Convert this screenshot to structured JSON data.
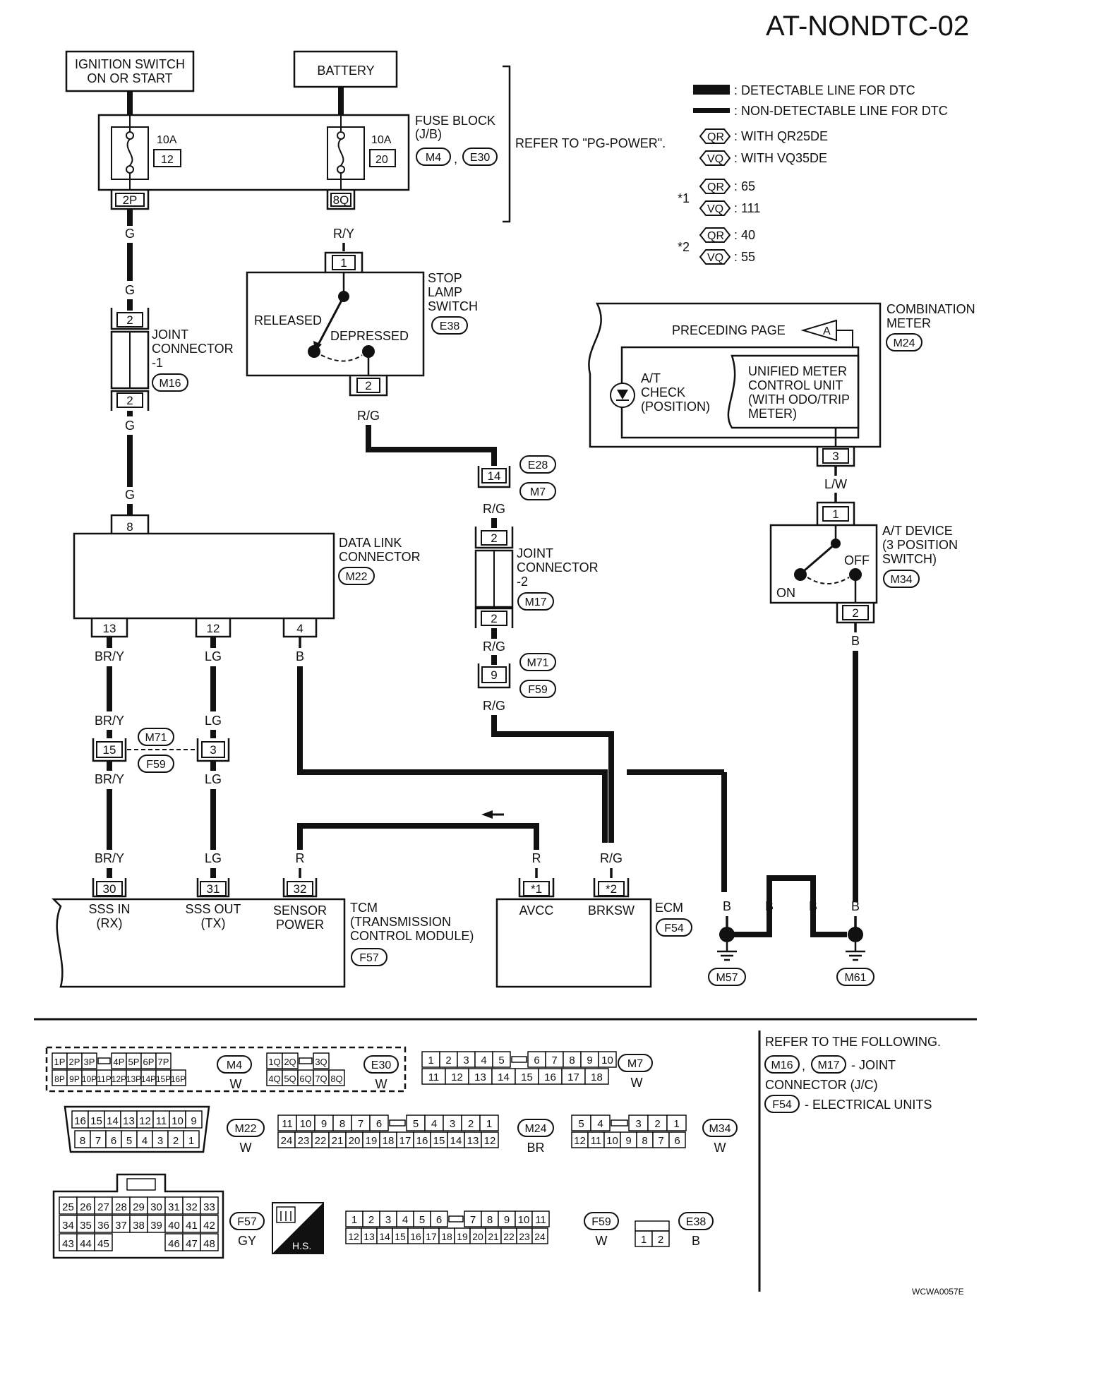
{
  "diagram": {
    "title": "AT-NONDTC-02",
    "footer_code": "WCWA0057E",
    "legend": {
      "detectable": ": DETECTABLE LINE FOR DTC",
      "non_detectable": ": NON-DETECTABLE LINE FOR DTC",
      "qr_tag": "QR",
      "vq_tag": "VQ",
      "qr_label": ": WITH QR25DE",
      "vq_label": ": WITH VQ35DE",
      "star1": "*1",
      "star1_qr": ": 65",
      "star1_vq": ": 111",
      "star2": "*2",
      "star2_qr": ": 40",
      "star2_vq": ": 55"
    },
    "power": {
      "ignition_1": "IGNITION SWITCH",
      "ignition_2": "ON OR START",
      "battery": "BATTERY",
      "fuse_block_1": "FUSE BLOCK",
      "fuse_block_2": "(J/B)",
      "fuse1_amp": "10A",
      "fuse1_num": "12",
      "fuse2_amp": "10A",
      "fuse2_num": "20",
      "conn_m4": "M4",
      "comma": ",",
      "conn_e30": "E30",
      "pin_2p": "2P",
      "pin_8q": "8Q",
      "refer_pg": "REFER TO \"PG-POWER\"."
    },
    "stop_lamp": {
      "line1": "STOP",
      "line2": "LAMP",
      "line3": "SWITCH",
      "conn": "E38",
      "released": "RELEASED",
      "depressed": "DEPRESSED",
      "pin_in": "1",
      "pin_out": "2"
    },
    "joint1": {
      "line1": "JOINT",
      "line2": "CONNECTOR",
      "line3": "-1",
      "conn": "M16",
      "pin_top": "2",
      "pin_bot": "2"
    },
    "dlc": {
      "line1": "DATA LINK",
      "line2": "CONNECTOR",
      "conn": "M22",
      "pin_8": "8",
      "pin_13": "13",
      "pin_12": "12",
      "pin_4": "4"
    },
    "e28_m7": {
      "pin": "14",
      "conn_top": "E28",
      "conn_bot": "M7"
    },
    "joint2": {
      "line1": "JOINT",
      "line2": "CONNECTOR",
      "line3": "-2",
      "conn": "M17",
      "pin_top": "2",
      "pin_bot": "2"
    },
    "m71_f59_a": {
      "pin": "9",
      "conn_top": "M71",
      "conn_bot": "F59"
    },
    "m71_f59_b": {
      "pin_15": "15",
      "pin_3": "3",
      "conn_top": "M71",
      "conn_bot": "F59"
    },
    "combo_meter": {
      "line1": "COMBINATION",
      "line2": "METER",
      "conn": "M24",
      "preceding": "PRECEDING PAGE",
      "page_ref": "A",
      "at_check_1": "A/T",
      "at_check_2": "CHECK",
      "at_check_3": "(POSITION)",
      "unified_1": "UNIFIED METER",
      "unified_2": "CONTROL UNIT",
      "unified_3": "(WITH ODO/TRIP",
      "unified_4": "METER)",
      "pin": "3"
    },
    "at_device": {
      "line1": "A/T DEVICE",
      "line2": "(3 POSITION",
      "line3": "SWITCH)",
      "conn": "M34",
      "on": "ON",
      "off": "OFF",
      "pin_in": "1",
      "pin_out": "2"
    },
    "tcm": {
      "line1": "TCM",
      "line2": "(TRANSMISSION",
      "line3": "CONTROL MODULE)",
      "conn": "F57",
      "pin_30": "30",
      "pin_31": "31",
      "pin_32": "32",
      "sss_in_1": "SSS IN",
      "sss_in_2": "(RX)",
      "sss_out_1": "SSS OUT",
      "sss_out_2": "(TX)",
      "sensor_1": "SENSOR",
      "sensor_2": "POWER"
    },
    "ecm": {
      "label": "ECM",
      "conn": "F54",
      "pin_avcc": "*1",
      "pin_brksw": "*2",
      "avcc": "AVCC",
      "brksw": "BRKSW"
    },
    "grounds": {
      "m57": "M57",
      "m61": "M61"
    },
    "wire_colors": {
      "g": "G",
      "ry": "R/Y",
      "rg": "R/G",
      "lw": "L/W",
      "bry": "BR/Y",
      "lg": "LG",
      "b": "B",
      "r": "R"
    },
    "refer_box": {
      "line1": "REFER TO THE FOLLOWING.",
      "m16": "M16",
      "comma": ",",
      "m17": "M17",
      "joint_1": "- JOINT",
      "joint_2": "CONNECTOR (J/C)",
      "f54": "F54",
      "units": "- ELECTRICAL UNITS"
    },
    "connectors": {
      "m4_row1": [
        "1P",
        "2P",
        "3P",
        "",
        "4P",
        "5P",
        "6P",
        "7P"
      ],
      "m4_row2": [
        "8P",
        "9P",
        "10P",
        "11P",
        "12P",
        "13P",
        "14P",
        "15P",
        "16P"
      ],
      "m4_id": "M4",
      "m4_color": "W",
      "e30_row1": [
        "1Q",
        "2Q",
        "",
        "3Q"
      ],
      "e30_row2": [
        "4Q",
        "5Q",
        "6Q",
        "7Q",
        "8Q"
      ],
      "e30_id": "E30",
      "e30_color": "W",
      "m7_row1": [
        "1",
        "2",
        "3",
        "4",
        "5",
        "",
        "6",
        "7",
        "8",
        "9",
        "10"
      ],
      "m7_row2": [
        "11",
        "12",
        "13",
        "14",
        "15",
        "16",
        "17",
        "18"
      ],
      "m7_id": "M7",
      "m7_color": "W",
      "m22_row1": [
        "16",
        "15",
        "14",
        "13",
        "12",
        "11",
        "10",
        "9"
      ],
      "m22_row2": [
        "8",
        "7",
        "6",
        "5",
        "4",
        "3",
        "2",
        "1"
      ],
      "m22_id": "M22",
      "m22_color": "W",
      "m24_row1": [
        "11",
        "10",
        "9",
        "8",
        "7",
        "6",
        "",
        "5",
        "4",
        "3",
        "2",
        "1"
      ],
      "m24_row2": [
        "24",
        "23",
        "22",
        "21",
        "20",
        "19",
        "18",
        "17",
        "16",
        "15",
        "14",
        "13",
        "12"
      ],
      "m24_id": "M24",
      "m24_color": "BR",
      "m34_row1": [
        "5",
        "4",
        "",
        "3",
        "2",
        "1"
      ],
      "m34_row2": [
        "12",
        "11",
        "10",
        "9",
        "8",
        "7",
        "6"
      ],
      "m34_id": "M34",
      "m34_color": "W",
      "f57_row1": [
        "25",
        "26",
        "27",
        "28",
        "29",
        "30",
        "31",
        "32",
        "33"
      ],
      "f57_row2": [
        "34",
        "35",
        "36",
        "37",
        "38",
        "39",
        "40",
        "41",
        "42"
      ],
      "f57_row3a": [
        "43",
        "44",
        "45"
      ],
      "f57_row3b": [
        "46",
        "47",
        "48"
      ],
      "f57_id": "F57",
      "f57_color": "GY",
      "hs_label": "H.S.",
      "f59_row1": [
        "1",
        "2",
        "3",
        "4",
        "5",
        "6",
        "",
        "7",
        "8",
        "9",
        "10",
        "11"
      ],
      "f59_row2": [
        "12",
        "13",
        "14",
        "15",
        "16",
        "17",
        "18",
        "19",
        "20",
        "21",
        "22",
        "23",
        "24"
      ],
      "f59_id": "F59",
      "f59_color": "W",
      "e38_row": [
        "1",
        "2"
      ],
      "e38_id": "E38",
      "e38_color": "B"
    }
  }
}
